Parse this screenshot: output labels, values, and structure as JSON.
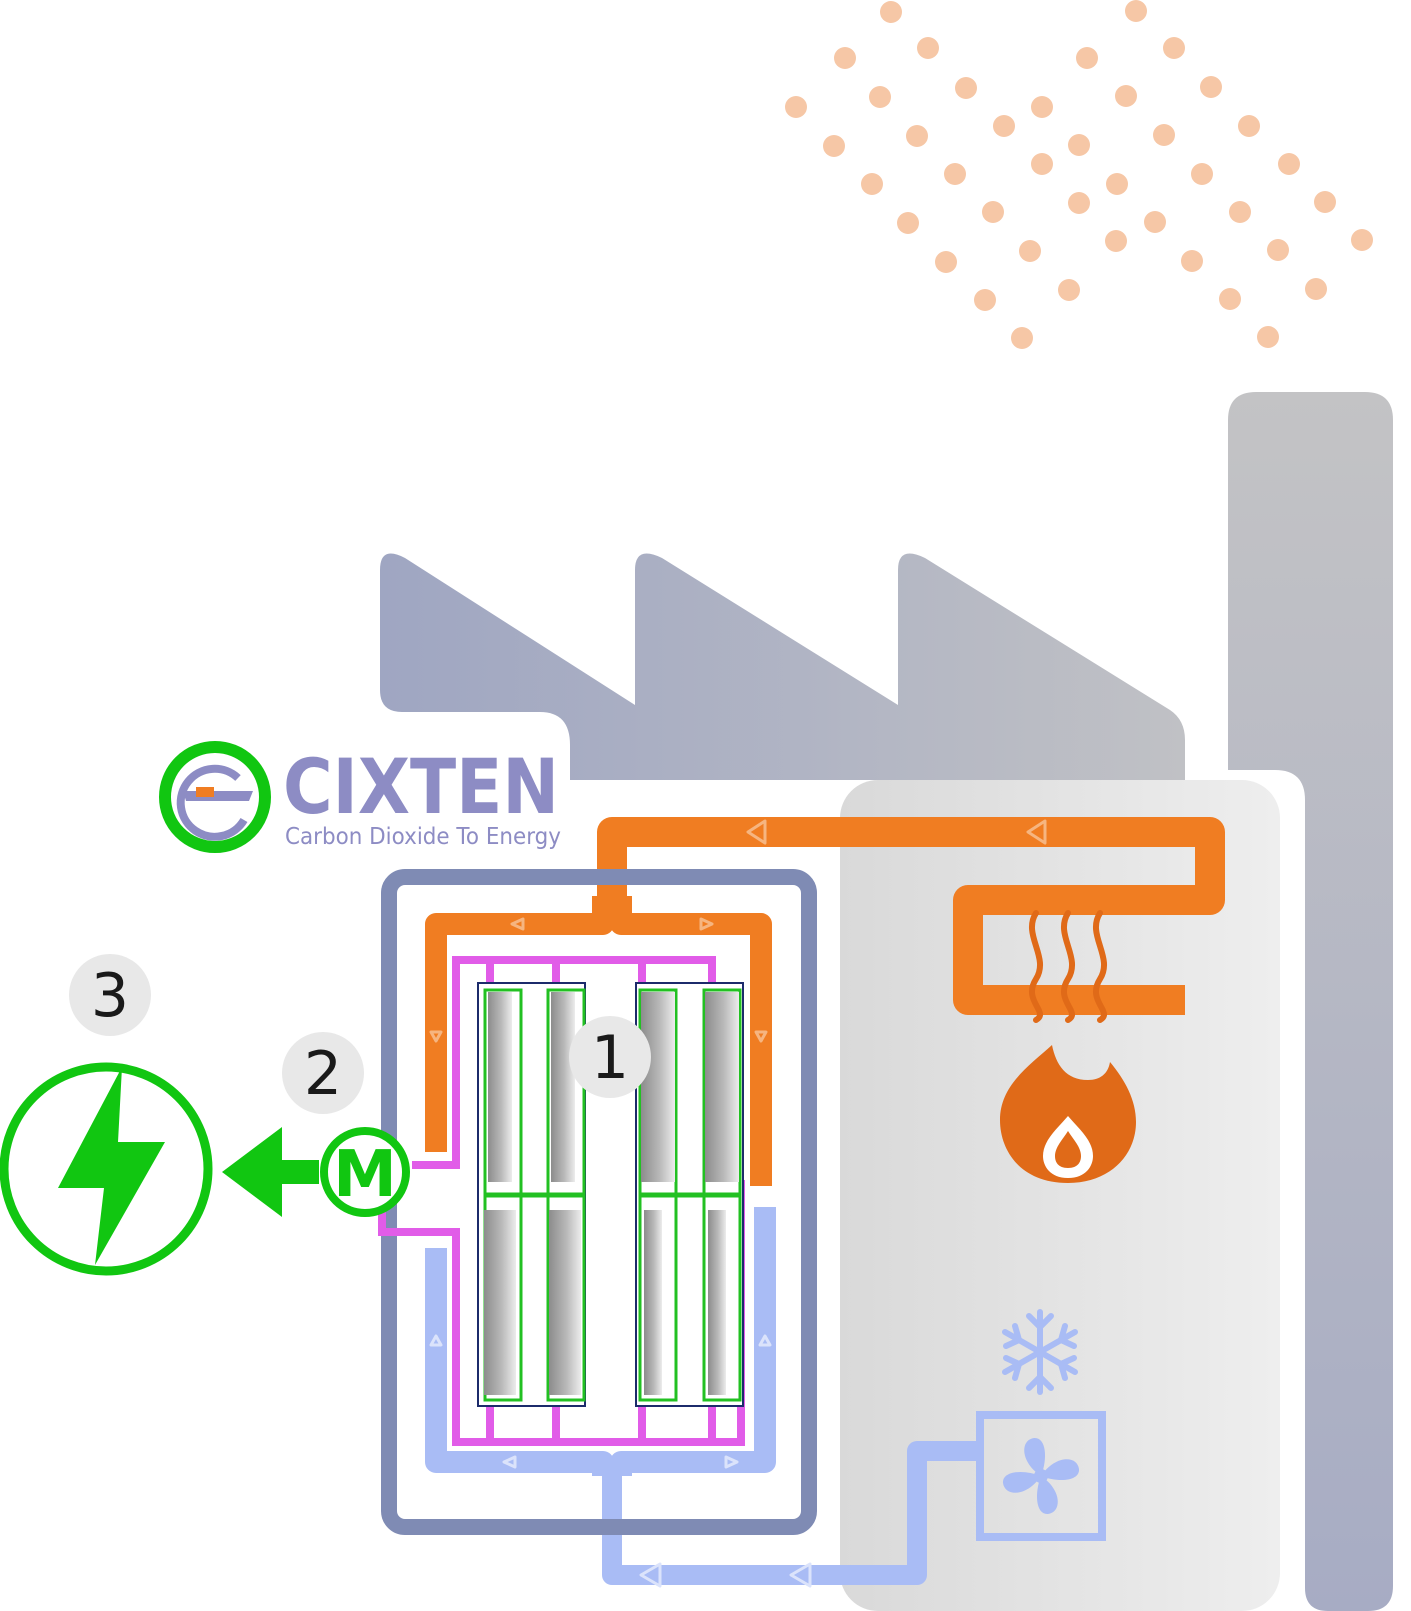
{
  "logo": {
    "brand": "CIXTEN",
    "tagline": "Carbon Dioxide To Energy"
  },
  "markers": [
    {
      "number": "1"
    },
    {
      "number": "2"
    },
    {
      "number": "3"
    }
  ],
  "motor": {
    "label": "M"
  },
  "icons": [
    "smoke-dots",
    "factory-building",
    "chimney",
    "flame-icon",
    "heat-waves-icon",
    "snowflake-icon",
    "fan-icon",
    "lightning-bolt-icon"
  ],
  "colors": {
    "hot_loop": "#f07d22",
    "cold_loop": "#a9bcf5",
    "working_fluid": "#e15ce8",
    "power": "#11c611",
    "factory": "#9ea5bd",
    "chimney": "#b5b7bf",
    "smoke": "#f6c7a6",
    "frame": "#7f8bb4",
    "flame": "#e06a18"
  }
}
